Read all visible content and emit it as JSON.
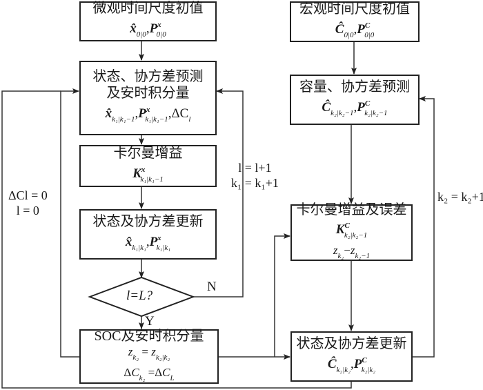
{
  "micro": {
    "init": {
      "title": "微观时间尺度初值",
      "math": "x̂₀|₀, Pˣ₀|₀"
    },
    "predict": {
      "title_line1": "状态、协方差预测",
      "title_line2": "及安时积分量",
      "math": "x̂k₁|k₁−1, Pˣk₁|k₁−1, ΔCl"
    },
    "gain": {
      "title": "卡尔曼增益",
      "math": "Kˣk₁|k₁−1"
    },
    "update": {
      "title": "状态及协方差更新",
      "math": "x̂k₁|k₁, Pˣk₁|k₁"
    },
    "decision": {
      "text": "l=L?",
      "yes": "Y",
      "no": "N"
    },
    "soc": {
      "title": "SOC及安时积分量",
      "math1": "zk₂ = zk₂|k₂",
      "math2": "ΔCk₂ =ΔCL"
    }
  },
  "macro": {
    "init": {
      "title": "宏观时间尺度初值",
      "math": "Ĉ₀|₀, Pᶜ₀|₀"
    },
    "predict": {
      "title": "容量、协方差预测",
      "math": "Ĉk₂|k₂−1, Pᶜk₂|k₂−1"
    },
    "gain": {
      "title": "卡尔曼增益及误差",
      "math1": "Kᶜk₂|k₂−1",
      "math2": "zk₂ −zk₂−1"
    },
    "update": {
      "title": "状态及协方差更新",
      "math": "Ĉk₂|k₂, Pᶜk₂|k₂"
    }
  },
  "labels": {
    "reset": {
      "line1": "ΔCl = 0",
      "line2": "l = 0"
    },
    "micro_increment": {
      "line1": "l = l+1",
      "line2": "k₁ = k₁+1"
    },
    "macro_increment": "k₂ = k₂+1"
  }
}
